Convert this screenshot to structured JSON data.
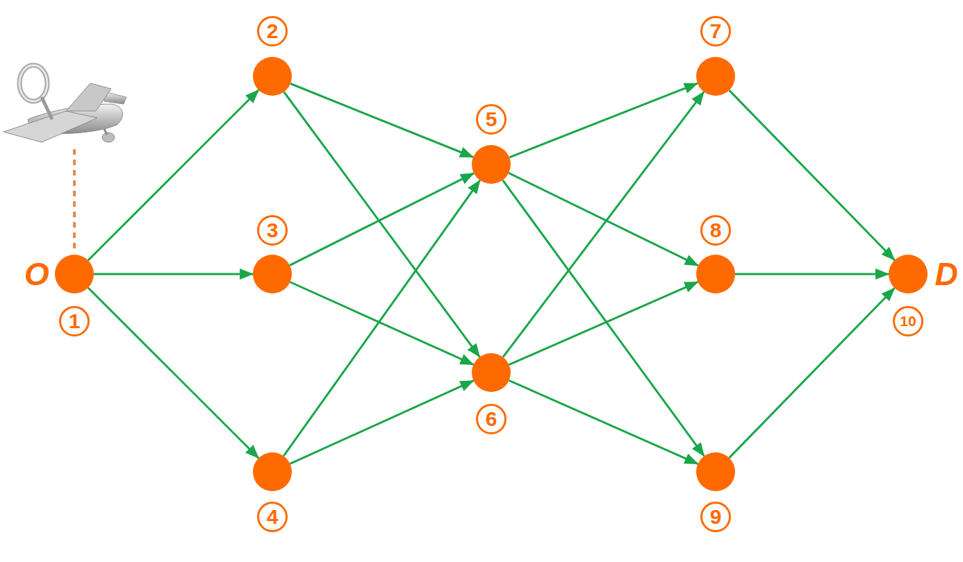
{
  "diagram": {
    "nodes": [
      {
        "text": [
          "O",
          "1"
        ]
      },
      {
        "text": [
          "2"
        ]
      },
      {
        "text": [
          "3"
        ]
      },
      {
        "text": [
          "4"
        ]
      },
      {
        "text": [
          "5"
        ]
      },
      {
        "text": [
          "6"
        ]
      },
      {
        "text": [
          "7"
        ]
      },
      {
        "text": [
          "8"
        ]
      },
      {
        "text": [
          "9"
        ]
      },
      {
        "text": [
          "D",
          "10"
        ]
      }
    ],
    "edges": [
      {
        "from": 0,
        "to": 1,
        "arrow": "to"
      },
      {
        "from": 0,
        "to": 2,
        "arrow": "to"
      },
      {
        "from": 0,
        "to": 3,
        "arrow": "to"
      },
      {
        "from": 1,
        "to": 4,
        "arrow": "to"
      },
      {
        "from": 1,
        "to": 5,
        "arrow": "to"
      },
      {
        "from": 2,
        "to": 4,
        "arrow": "to"
      },
      {
        "from": 2,
        "to": 5,
        "arrow": "to"
      },
      {
        "from": 3,
        "to": 4,
        "arrow": "to"
      },
      {
        "from": 3,
        "to": 5,
        "arrow": "to"
      },
      {
        "from": 4,
        "to": 6,
        "arrow": "to"
      },
      {
        "from": 4,
        "to": 7,
        "arrow": "to"
      },
      {
        "from": 4,
        "to": 8,
        "arrow": "to"
      },
      {
        "from": 5,
        "to": 6,
        "arrow": "to"
      },
      {
        "from": 5,
        "to": 7,
        "arrow": "to"
      },
      {
        "from": 5,
        "to": 8,
        "arrow": "to"
      },
      {
        "from": 6,
        "to": 9,
        "arrow": "to"
      },
      {
        "from": 7,
        "to": 9,
        "arrow": "to"
      },
      {
        "from": 8,
        "to": 9,
        "arrow": "to"
      }
    ]
  }
}
